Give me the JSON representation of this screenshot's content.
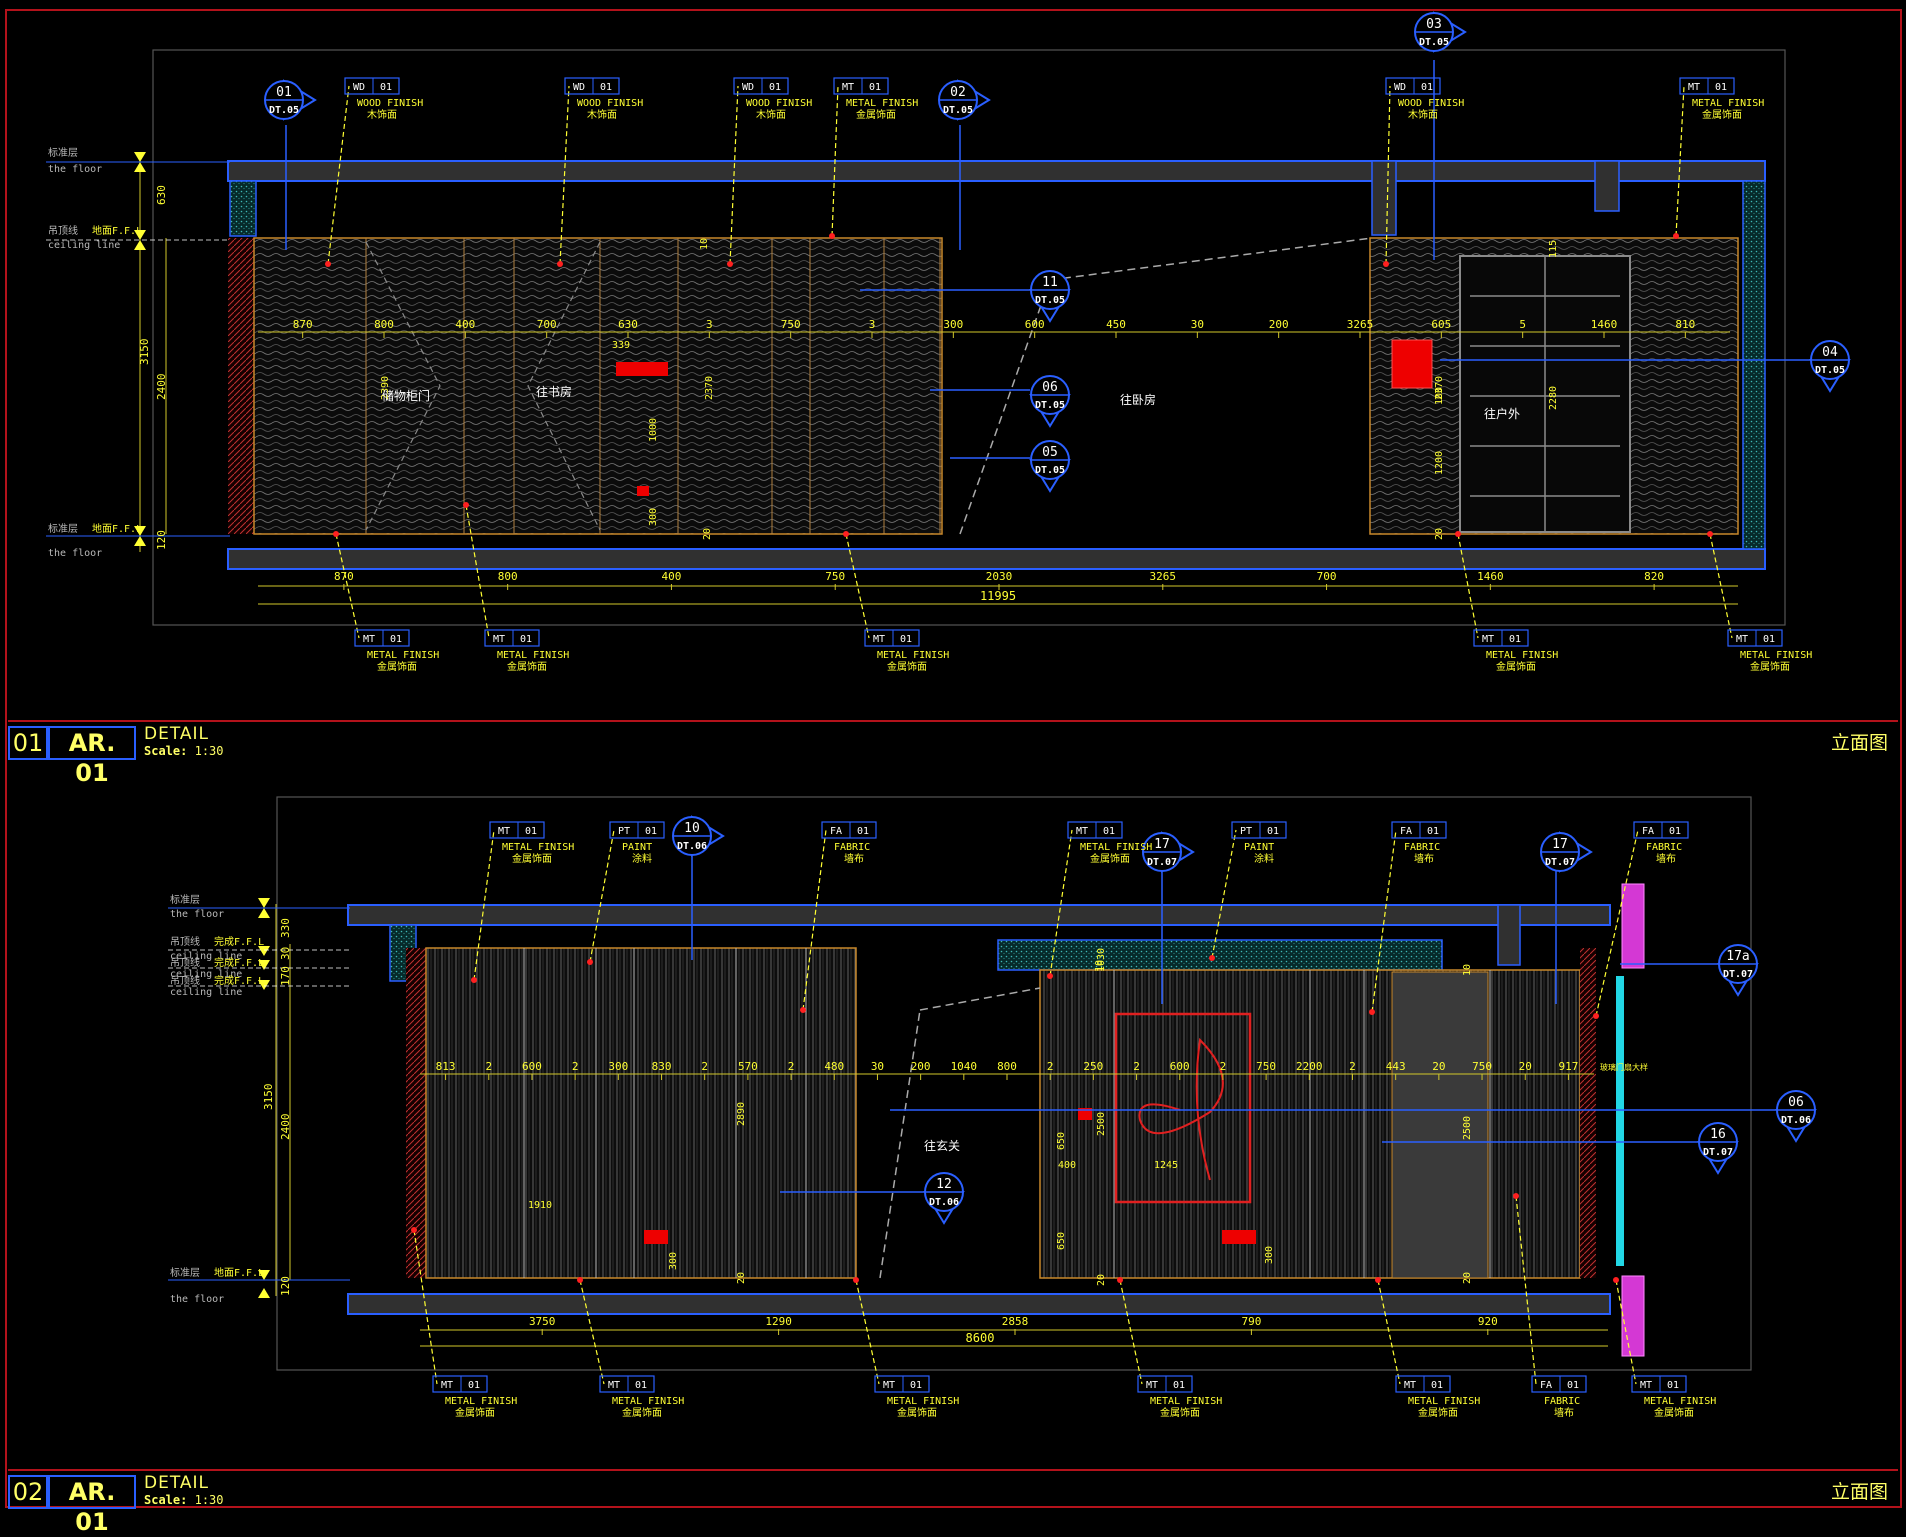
{
  "sheets": [
    {
      "num": "01",
      "code": "AR. 01",
      "label": "DETAIL",
      "scale_label": "Scale:",
      "scale_value": "1:30",
      "right_title": "立面图",
      "level_labels": [
        {
          "zh": "标准层",
          "en": "the floor"
        },
        {
          "zh": "吊顶线",
          "en": "ceiling line"
        },
        {
          "zh": "标准层",
          "en": "the floor"
        }
      ],
      "level_tags": [
        "地面F.F.L",
        "地面F.F.L"
      ],
      "height_dims": [
        "630",
        "3150",
        "2400",
        "120"
      ],
      "section_markers": [
        {
          "num": "01",
          "ref": "DT.05"
        },
        {
          "num": "02",
          "ref": "DT.05"
        },
        {
          "num": "03",
          "ref": "DT.05"
        },
        {
          "num": "04",
          "ref": "DT.05"
        },
        {
          "num": "11",
          "ref": "DT.05"
        },
        {
          "num": "06",
          "ref": "DT.05"
        },
        {
          "num": "05",
          "ref": "DT.05"
        }
      ],
      "material_tags": [
        {
          "code": "WD",
          "num": "01",
          "en": "WOOD FINISH",
          "zh": "木饰面"
        },
        {
          "code": "WD",
          "num": "01",
          "en": "WOOD FINISH",
          "zh": "木饰面"
        },
        {
          "code": "WD",
          "num": "01",
          "en": "WOOD FINISH",
          "zh": "木饰面"
        },
        {
          "code": "MT",
          "num": "01",
          "en": "METAL FINISH",
          "zh": "金属饰面"
        },
        {
          "code": "WD",
          "num": "01",
          "en": "WOOD FINISH",
          "zh": "木饰面"
        },
        {
          "code": "MT",
          "num": "01",
          "en": "METAL FINISH",
          "zh": "金属饰面"
        },
        {
          "code": "MT",
          "num": "01",
          "en": "METAL FINISH",
          "zh": "金属饰面"
        },
        {
          "code": "MT",
          "num": "01",
          "en": "METAL FINISH",
          "zh": "金属饰面"
        },
        {
          "code": "MT",
          "num": "01",
          "en": "METAL FINISH",
          "zh": "金属饰面"
        },
        {
          "code": "MT",
          "num": "01",
          "en": "METAL FINISH",
          "zh": "金属饰面"
        },
        {
          "code": "MT",
          "num": "01",
          "en": "METAL FINISH",
          "zh": "金属饰面"
        }
      ],
      "top_dims": [
        "870",
        "800",
        "400",
        "700",
        "630",
        "3",
        "750",
        "3",
        "300",
        "600",
        "450",
        "30",
        "200",
        "3265",
        "605",
        "5",
        "1460",
        "810"
      ],
      "bottom_dims": [
        "870",
        "800",
        "400",
        "750",
        "2030",
        "3265",
        "700",
        "1460",
        "820"
      ],
      "total_dim": "11995",
      "inner_dims": [
        "339",
        "2390",
        "2370",
        "1000",
        "300",
        "20",
        "10",
        "2370",
        "100",
        "1200",
        "20",
        "115",
        "2280"
      ],
      "room_labels": [
        "储物柜门",
        "往书房",
        "往卧房",
        "往户外"
      ]
    },
    {
      "num": "02",
      "code": "AR. 01",
      "label": "DETAIL",
      "scale_label": "Scale:",
      "scale_value": "1:30",
      "right_title": "立面图",
      "level_labels": [
        {
          "zh": "标准层",
          "en": "the floor"
        },
        {
          "zh": "吊顶线",
          "en": "ceiling line"
        },
        {
          "zh": "吊顶线",
          "en": "ceiling line"
        },
        {
          "zh": "吊顶线",
          "en": "ceiling line"
        },
        {
          "zh": "标准层",
          "en": "the floor"
        }
      ],
      "level_tags": [
        "完成F.F.L",
        "完成F.F.L",
        "完成F.F.L",
        "地面F.F.L"
      ],
      "height_dims": [
        "330",
        "30",
        "170",
        "3150",
        "2400",
        "120"
      ],
      "section_markers": [
        {
          "num": "10",
          "ref": "DT.06"
        },
        {
          "num": "17",
          "ref": "DT.07"
        },
        {
          "num": "17",
          "ref": "DT.07"
        },
        {
          "num": "17a",
          "ref": "DT.07"
        },
        {
          "num": "06",
          "ref": "DT.06"
        },
        {
          "num": "16",
          "ref": "DT.07"
        },
        {
          "num": "12",
          "ref": "DT.06"
        }
      ],
      "material_tags": [
        {
          "code": "MT",
          "num": "01",
          "en": "METAL FINISH",
          "zh": "金属饰面"
        },
        {
          "code": "PT",
          "num": "01",
          "en": "PAINT",
          "zh": "涂料"
        },
        {
          "code": "FA",
          "num": "01",
          "en": "FABRIC",
          "zh": "墙布"
        },
        {
          "code": "MT",
          "num": "01",
          "en": "METAL FINISH",
          "zh": "金属饰面"
        },
        {
          "code": "PT",
          "num": "01",
          "en": "PAINT",
          "zh": "涂料"
        },
        {
          "code": "FA",
          "num": "01",
          "en": "FABRIC",
          "zh": "墙布"
        },
        {
          "code": "FA",
          "num": "01",
          "en": "FABRIC",
          "zh": "墙布"
        },
        {
          "code": "MT",
          "num": "01",
          "en": "METAL FINISH",
          "zh": "金属饰面"
        },
        {
          "code": "MT",
          "num": "01",
          "en": "METAL FINISH",
          "zh": "金属饰面"
        },
        {
          "code": "MT",
          "num": "01",
          "en": "METAL FINISH",
          "zh": "金属饰面"
        },
        {
          "code": "MT",
          "num": "01",
          "en": "METAL FINISH",
          "zh": "金属饰面"
        },
        {
          "code": "MT",
          "num": "01",
          "en": "METAL FINISH",
          "zh": "金属饰面"
        },
        {
          "code": "FA",
          "num": "01",
          "en": "FABRIC",
          "zh": "墙布"
        },
        {
          "code": "MT",
          "num": "01",
          "en": "METAL FINISH",
          "zh": "金属饰面"
        }
      ],
      "top_dims": [
        "813",
        "2",
        "600",
        "2",
        "300",
        "830",
        "2",
        "570",
        "2",
        "480",
        "30",
        "200",
        "1040",
        "800",
        "2",
        "250",
        "2",
        "600",
        "2",
        "750",
        "2200",
        "2",
        "443",
        "20",
        "750",
        "20",
        "917"
      ],
      "bottom_dims": [
        "3750",
        "1290",
        "2858",
        "790",
        "920"
      ],
      "total_dim": "8600",
      "inner_dims": [
        "1910",
        "300",
        "20",
        "2890",
        "650",
        "2500",
        "400",
        "1245",
        "650",
        "300",
        "20",
        "10",
        "1030",
        "2500",
        "20",
        "10"
      ],
      "room_labels": [
        "往玄关"
      ],
      "side_note": "玻璃门扇大样"
    }
  ]
}
